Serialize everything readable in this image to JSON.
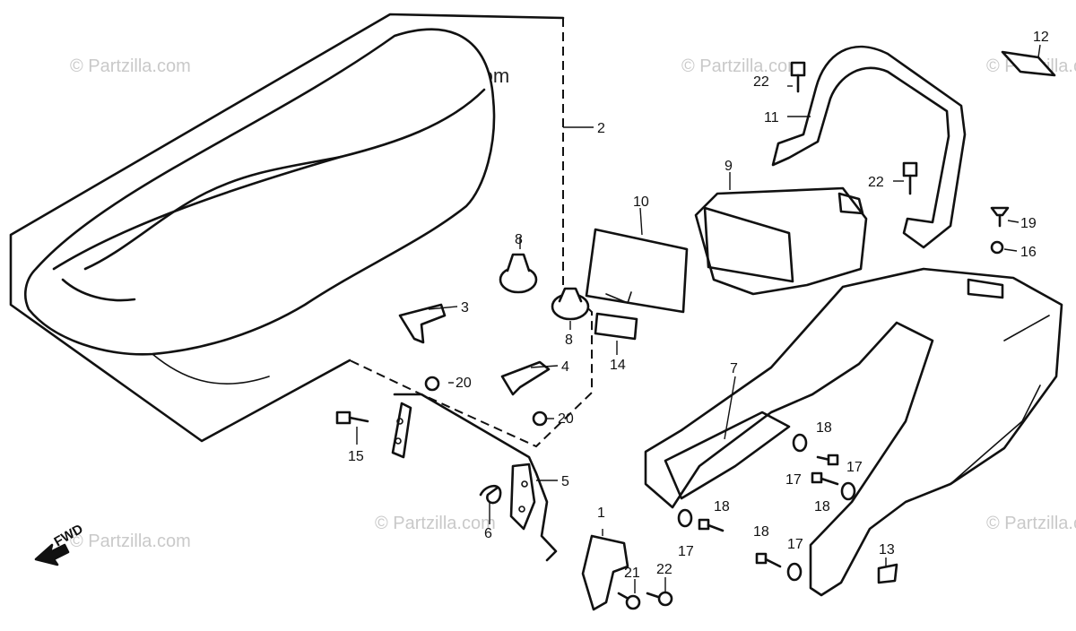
{
  "copyright": "© Partzilla.com",
  "watermarks": [
    "© Partzilla.com",
    "© Partzilla.com",
    "© Partzilla.com",
    "© Partzilla.com",
    "© Partzilla.com",
    "© Partzilla.com"
  ],
  "fwd_label": "FWD",
  "callouts": {
    "c1": "1",
    "c2": "2",
    "c3": "3",
    "c4": "4",
    "c5": "5",
    "c6": "6",
    "c7": "7",
    "c8a": "8",
    "c8b": "8",
    "c9": "9",
    "c10": "10",
    "c11": "11",
    "c12": "12",
    "c13": "13",
    "c14": "14",
    "c15": "15",
    "c16": "16",
    "c17a": "17",
    "c17b": "17",
    "c17c": "17",
    "c17d": "17",
    "c18a": "18",
    "c18b": "18",
    "c18c": "18",
    "c18d": "18",
    "c19": "19",
    "c20a": "20",
    "c20b": "20",
    "c21": "21",
    "c22a": "22",
    "c22b": "22",
    "c22c": "22"
  }
}
